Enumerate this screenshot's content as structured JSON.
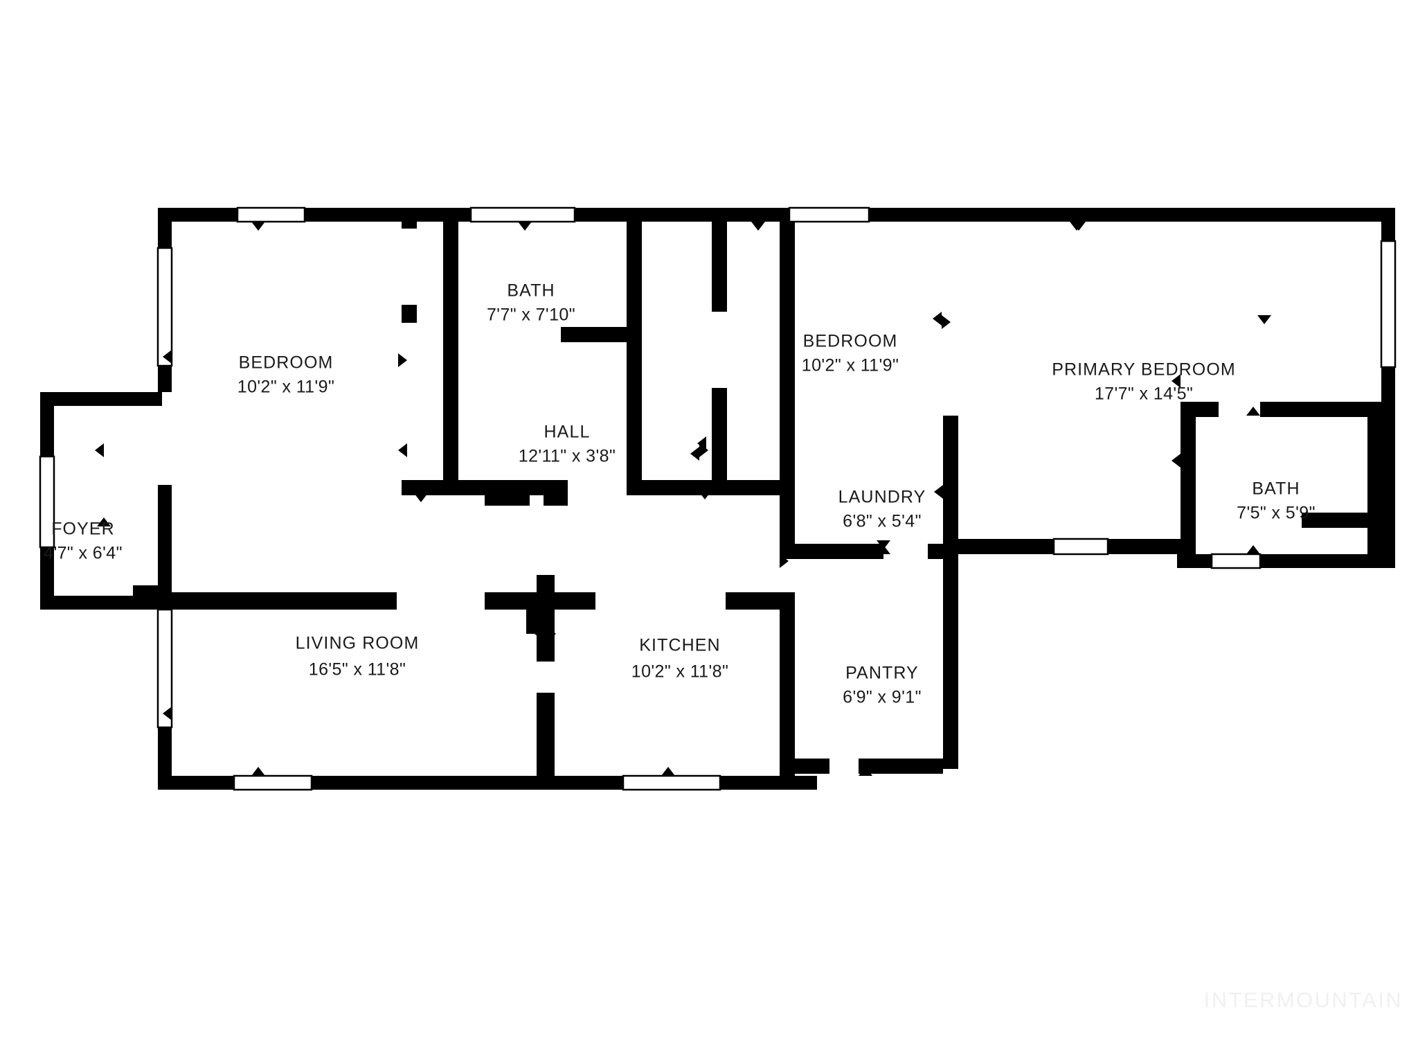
{
  "document": {
    "type": "residential-floor-plan",
    "watermark": "INTERMOUNTAIN",
    "background_color": "#ffffff",
    "wall_color": "#000000",
    "text_color": "#1a1a1a",
    "watermark_color": "#f0f0f0"
  },
  "rooms": [
    {
      "id": "bedroom_left",
      "name": "BEDROOM",
      "dimensions": "10'2\" x 11'9\""
    },
    {
      "id": "bath_hall",
      "name": "BATH",
      "dimensions": "7'7\" x 7'10\""
    },
    {
      "id": "hall",
      "name": "HALL",
      "dimensions": "12'11\" x 3'8\""
    },
    {
      "id": "bedroom_mid",
      "name": "BEDROOM",
      "dimensions": "10'2\" x 11'9\""
    },
    {
      "id": "primary_bedroom",
      "name": "PRIMARY BEDROOM",
      "dimensions": "17'7\" x 14'5\""
    },
    {
      "id": "primary_bath",
      "name": "BATH",
      "dimensions": "7'5\" x 5'9\""
    },
    {
      "id": "foyer",
      "name": "FOYER",
      "dimensions": "4'7\" x 6'4\""
    },
    {
      "id": "living_room",
      "name": "LIVING ROOM",
      "dimensions": "16'5\" x 11'8\""
    },
    {
      "id": "kitchen",
      "name": "KITCHEN",
      "dimensions": "10'2\" x 11'8\""
    },
    {
      "id": "laundry",
      "name": "LAUNDRY",
      "dimensions": "6'8\" x 5'4\""
    },
    {
      "id": "pantry",
      "name": "PANTRY",
      "dimensions": "6'9\" x 9'1\""
    }
  ]
}
